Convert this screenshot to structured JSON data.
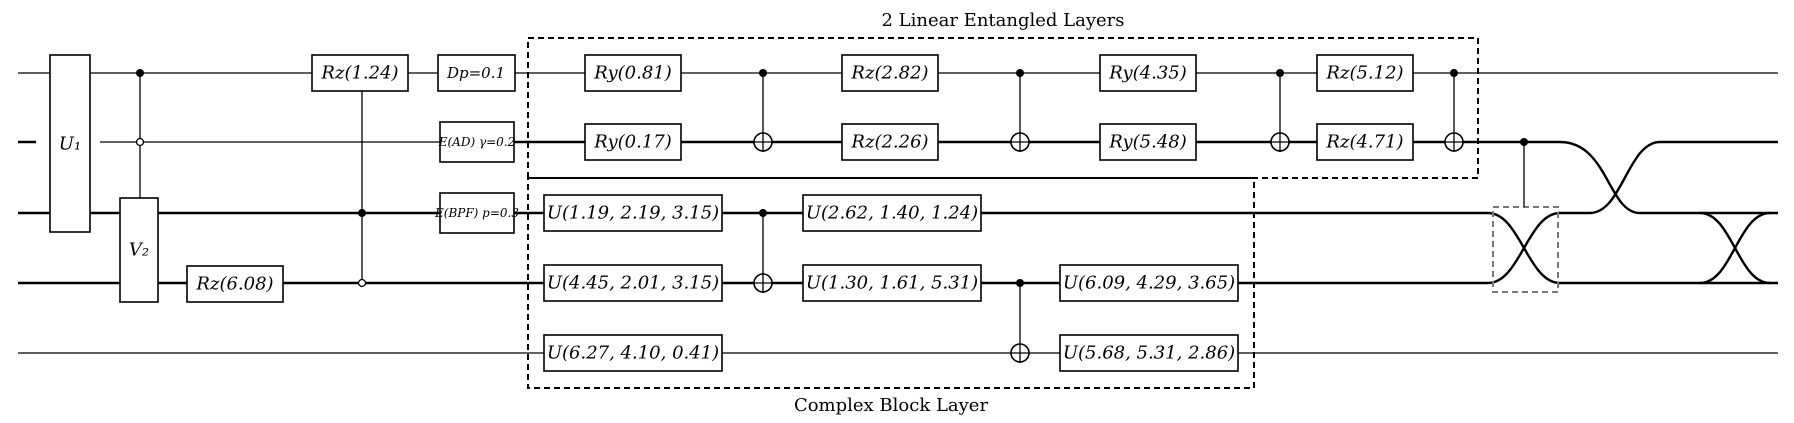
{
  "regions": {
    "entangled_title": "2 Linear Entangled Layers",
    "complex_title": "Complex Block Layer"
  },
  "gates": {
    "u1": "U₁",
    "v2": "V₂",
    "rz_6_08": "Rz(6.08)",
    "rz_1_24": "Rz(1.24)",
    "dep": "Dp=0.1",
    "amp_damp": "E(AD) γ=0.2",
    "bpf": "E(BPF) p=0.3",
    "ry_0_81": "Ry(0.81)",
    "ry_0_17": "Ry(0.17)",
    "rz_2_82": "Rz(2.82)",
    "rz_2_26": "Rz(2.26)",
    "ry_4_35": "Ry(4.35)",
    "ry_5_48": "Ry(5.48)",
    "rz_5_12": "Rz(5.12)",
    "rz_4_71": "Rz(4.71)",
    "u_a": "U(1.19, 2.19, 3.15)",
    "u_b": "U(4.45, 2.01, 3.15)",
    "u_c": "U(6.27, 4.10, 0.41)",
    "u_d": "U(2.62, 1.40, 1.24)",
    "u_e": "U(1.30, 1.61, 5.31)",
    "u_f": "U(6.09, 4.29, 3.65)",
    "u_g": "U(5.68, 5.31, 2.86)"
  }
}
